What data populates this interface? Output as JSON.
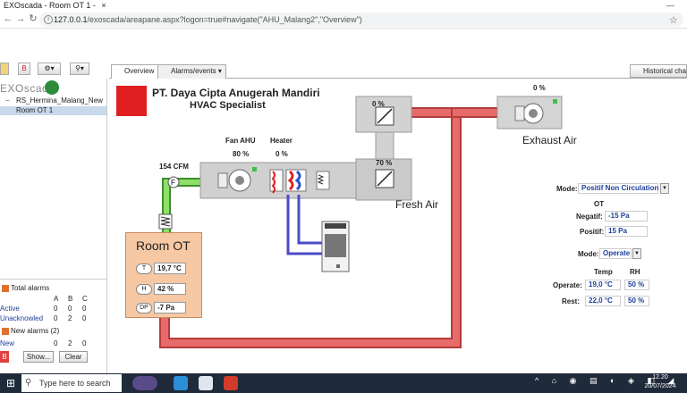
{
  "browser": {
    "tab_title": "EXOscada - Room OT 1 -",
    "tab_close": "×",
    "url_host": "127.0.0.1",
    "url_path": "/exoscada/areapane.aspx?logon=true#navigate(\"AHU_Malang2\",\"Overview\")",
    "minimize": "—",
    "back": "←",
    "forward": "→",
    "reload": "↻",
    "star": "☆"
  },
  "left": {
    "logo_text": "EXOscada",
    "tree_root": "RS_Hermina_Malang_New",
    "tree_child": "Room OT 1",
    "alarms": {
      "total_label": "Total alarms",
      "cols": [
        "A",
        "B",
        "C"
      ],
      "rows": [
        {
          "label": "Active",
          "values": [
            "0",
            "0",
            "0"
          ]
        },
        {
          "label": "Unacknowled",
          "values": [
            "0",
            "2",
            "0"
          ]
        }
      ],
      "new_label": "New alarms (2)",
      "new_row": {
        "label": "New",
        "values": [
          "0",
          "2",
          "0"
        ]
      },
      "show_btn": "Show...",
      "clear_btn": "Clear"
    }
  },
  "tabs": {
    "overview": "Overview",
    "alarms_events": "Alarms/events",
    "historical": "Historical chart"
  },
  "company": {
    "name": "PT. Daya Cipta Anugerah Mandiri",
    "sub": "HVAC Specialist"
  },
  "diagram": {
    "damper_top_pct": "0 %",
    "exhaust_pct": "0 %",
    "exhaust_label": "Exhaust Air",
    "fresh_damper_pct": "70 %",
    "fresh_label": "Fresh Air",
    "fan_label": "Fan AHU",
    "fan_pct": "80 %",
    "heater_label": "Heater",
    "heater_pct": "0 %",
    "cfm": "154 CFM",
    "filter_tag": "F"
  },
  "room": {
    "title": "Room OT",
    "t_tag": "T",
    "t_val": "19,7 °C",
    "h_tag": "H",
    "h_val": "42 %",
    "dp_tag": "DP",
    "dp_val": "-7 Pa"
  },
  "controls": {
    "mode_label": "Mode:",
    "mode_value": "Positif Non Circulation",
    "ot_label": "OT",
    "negatif_label": "Negatif:",
    "negatif_value": "-15 Pa",
    "positif_label": "Positif:",
    "positif_value": "15 Pa",
    "mode2_label": "Mode:",
    "mode2_value": "Operate",
    "temp_header": "Temp",
    "rh_header": "RH",
    "operate_label": "Operate:",
    "operate_temp": "19,0 °C",
    "operate_rh": "50 %",
    "rest_label": "Rest:",
    "rest_temp": "22,0 °C",
    "rest_rh": "50 %"
  },
  "taskbar": {
    "search_placeholder": "Type here to search",
    "time": "12.20",
    "date": "20/07/2024"
  },
  "colors": {
    "return_duct": "#e05a5a",
    "supply_duct": "#7fd65a",
    "ahu_body": "#c8c8c8",
    "room_fill": "#f6c8a4",
    "accent_blue": "#1b3f9a"
  }
}
